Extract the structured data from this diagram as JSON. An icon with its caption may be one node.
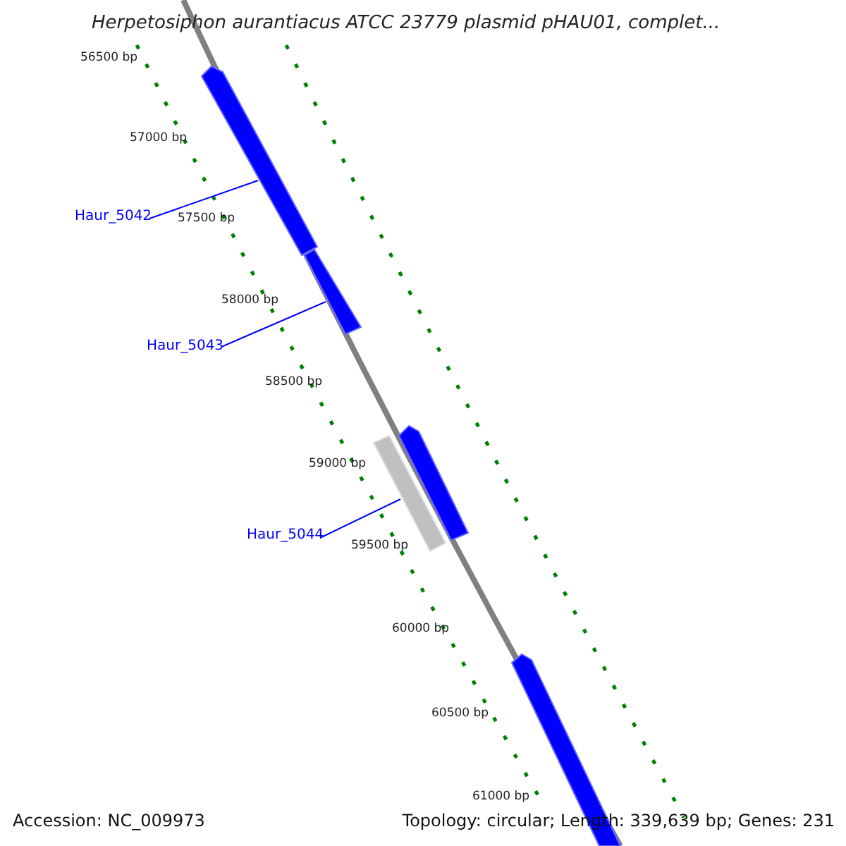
{
  "diagram": {
    "title": "Herpetosiphon aurantiacus ATCC 23779 plasmid pHAU01, complet...",
    "nodes": [
      {
        "text": [
          "Haur_5042"
        ]
      },
      {
        "text": [
          "Haur_5043"
        ]
      },
      {
        "text": [
          "Haur_5044"
        ]
      },
      {
        "text": [],
        "shape": "bar"
      },
      {
        "text": [],
        "shape": "bar"
      },
      {
        "text": [],
        "shape": "bar"
      },
      {
        "text": [],
        "shape": "bar"
      },
      {
        "text": [],
        "shape": "bar"
      }
    ],
    "edges": [
      {
        "from": 0,
        "to": 3,
        "arrow": "none"
      },
      {
        "from": 1,
        "to": 4,
        "arrow": "none"
      },
      {
        "from": 2,
        "to": 6,
        "arrow": "none"
      }
    ],
    "labels": [
      "56500 bp",
      "57000 bp",
      "57500 bp",
      "58000 bp",
      "58500 bp",
      "59000 bp",
      "59500 bp",
      "60000 bp",
      "60500 bp",
      "61000 bp",
      "Accession: NC_009973",
      "Topology: circular; Length: 339,639 bp; Genes: 231"
    ]
  }
}
